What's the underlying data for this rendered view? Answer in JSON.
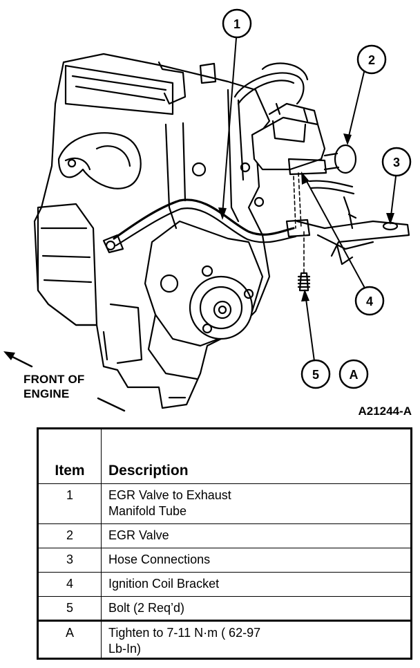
{
  "figure": {
    "callouts": [
      "1",
      "2",
      "3",
      "4",
      "5",
      "A"
    ],
    "front_label_line1": "FRONT OF",
    "front_label_line2": "ENGINE",
    "figure_id": "A21244-A"
  },
  "legend": {
    "header_item": "Item",
    "header_description": "Description",
    "rows": [
      {
        "item": "1",
        "line1": "EGR Valve to Exhaust",
        "line2": "Manifold Tube"
      },
      {
        "item": "2",
        "line1": "EGR Valve",
        "line2": ""
      },
      {
        "item": "3",
        "line1": "Hose Connections",
        "line2": ""
      },
      {
        "item": "4",
        "line1": "Ignition Coil Bracket",
        "line2": ""
      },
      {
        "item": "5",
        "line1": "Bolt (2 Req’d)",
        "line2": ""
      },
      {
        "item": "A",
        "line1": "Tighten to 7-11 N·m ( 62-97",
        "line2": "Lb-In)"
      }
    ]
  }
}
